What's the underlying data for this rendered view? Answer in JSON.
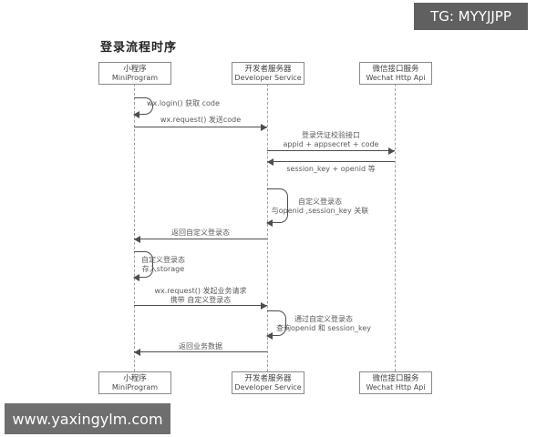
{
  "overlays": {
    "tg_badge": "TG: MYYJJPP",
    "watermark": "www.yaxingylm.com"
  },
  "diagram": {
    "title": "登录流程时序",
    "actors": [
      {
        "zh": "小程序",
        "en": "MiniProgram"
      },
      {
        "zh": "开发者服务器",
        "en": "Developer Service"
      },
      {
        "zh": "微信接口服务",
        "en": "Wechat Http Api"
      }
    ],
    "messages": {
      "m1": {
        "line1": "wx.login() 获取 code"
      },
      "m2": {
        "line1": "wx.request() 发送code"
      },
      "m3": {
        "line1": "登录凭证校验接口",
        "line2": "appid + appsecret + code"
      },
      "m4": {
        "line1": "session_key + openid 等"
      },
      "m5": {
        "line1": "自定义登录态",
        "line2": "与openid ,session_key 关联"
      },
      "m6": {
        "line1": "返回自定义登录态"
      },
      "m7": {
        "line1": "自定义登录态",
        "line2": "存入storage"
      },
      "m8": {
        "line1": "wx.request() 发起业务请求",
        "line2": "携带 自定义登录态"
      },
      "m9": {
        "line1": "通过自定义登录态",
        "line2": "查询openid 和 session_key"
      },
      "m10": {
        "line1": "返回业务数据"
      }
    },
    "colors": {
      "line": "#4d4d4d",
      "box_border": "#8a8a8a",
      "label_text": "#595959",
      "banner_bg": "#606060",
      "banner_text": "#ffffff"
    }
  }
}
